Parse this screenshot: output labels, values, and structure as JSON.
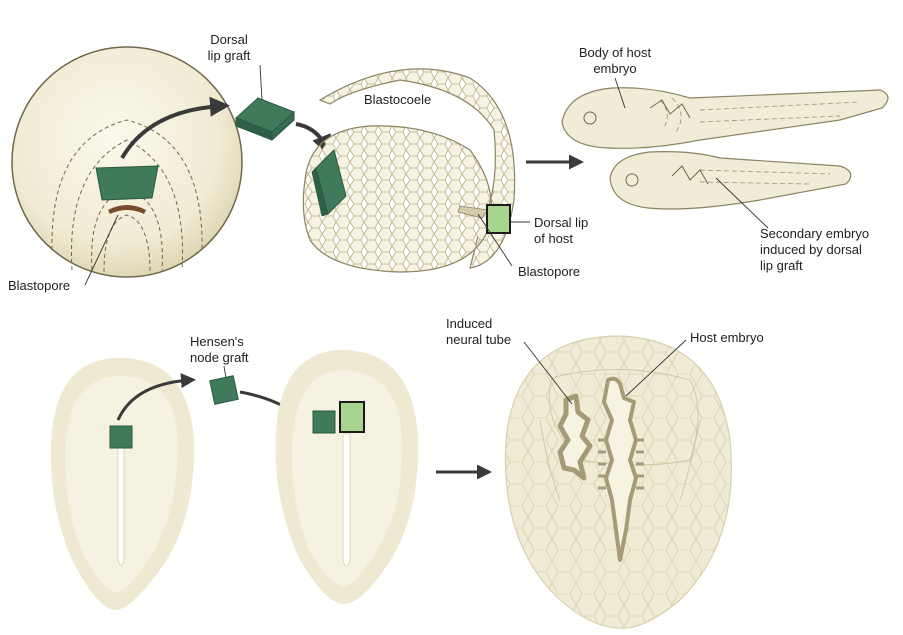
{
  "labels": {
    "dorsal_lip_graft": [
      "Dorsal",
      "lip graft"
    ],
    "blastocoele": "Blastocoele",
    "body_of_host_embryo": [
      "Body of host",
      "embryo"
    ],
    "blastopore_left": "Blastopore",
    "dorsal_lip_of_host": [
      "Dorsal lip",
      "of host"
    ],
    "blastopore_right": "Blastopore",
    "secondary_embryo": [
      "Secondary embryo",
      "induced by dorsal",
      "lip graft"
    ],
    "hensens_node_graft": [
      "Hensen's",
      "node graft"
    ],
    "induced_neural_tube": [
      "Induced",
      "neural tube"
    ],
    "host_embryo": "Host embryo"
  },
  "colors": {
    "graft_dark_green": "#3f7a5a",
    "graft_light_green": "#a8d48f",
    "embryo_fill": "#f3eedb",
    "embryo_halo": "#e6dfbf",
    "outline": "#8c8463",
    "arrow": "#3a3a3a"
  }
}
